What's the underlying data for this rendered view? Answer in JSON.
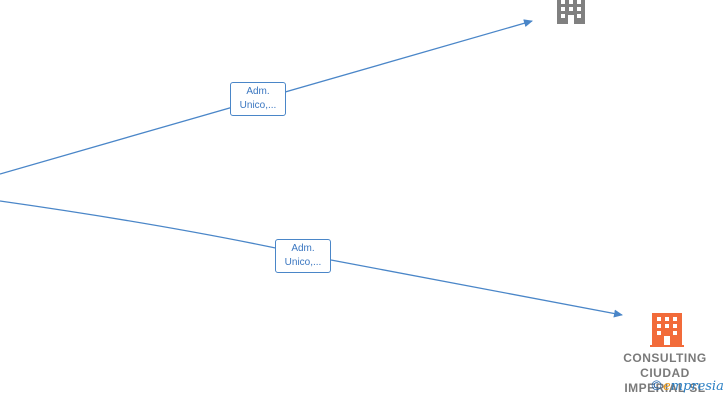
{
  "edges": [
    {
      "label_line1": "Adm.",
      "label_line2": "Unico,..."
    },
    {
      "label_line1": "Adm.",
      "label_line2": "Unico,..."
    }
  ],
  "nodes": [
    {
      "name_lines": [],
      "icon": "building-icon",
      "color": "#808080"
    },
    {
      "name_lines": [
        "CONSULTING",
        "CIUDAD",
        "IMPERIAL SL"
      ],
      "icon": "building-icon",
      "color": "#f26b3a"
    }
  ],
  "colors": {
    "edge": "#4a86c8",
    "label_text": "#3a76c0",
    "node_text": "#7a7a7a"
  },
  "watermark": {
    "symbol": "©",
    "text_before": "",
    "accent": "e",
    "text_after": "mpresia"
  }
}
